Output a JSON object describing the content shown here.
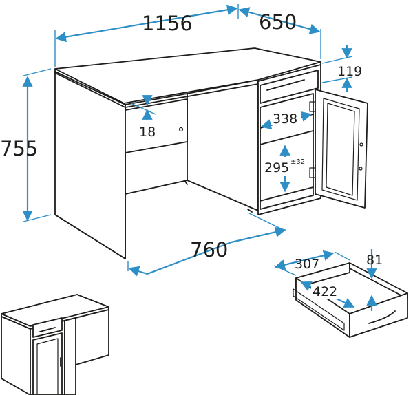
{
  "dimensions": {
    "width": "1156",
    "depth": "650",
    "height": "755",
    "knee_depth": "760",
    "drawer_front_height": "119",
    "top_panel_thickness": "18",
    "shelf_depth": "338",
    "shelf_gap": "295",
    "shelf_gap_tolerance": "±32",
    "drawer_inner_width": "307",
    "drawer_inner_length": "422",
    "drawer_inner_height": "81"
  },
  "colors": {
    "dimension": "#2e8fc6",
    "outline": "#1d1d1b",
    "background": "#ffffff"
  }
}
